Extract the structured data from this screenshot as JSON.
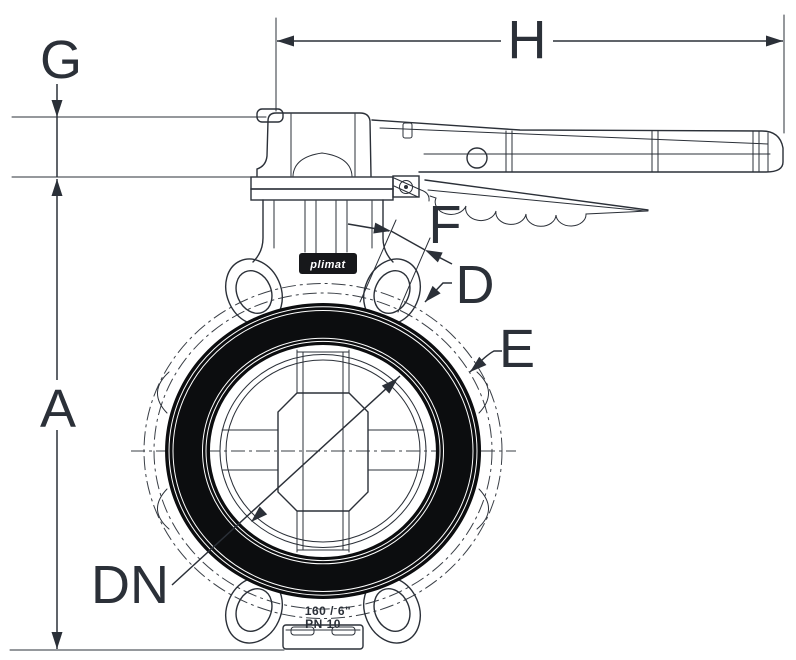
{
  "drawing": {
    "description": "Butterfly valve with lockable hand lever, front and top dimensioned view",
    "labels": {
      "A": "A",
      "D": "D",
      "DN": "DN",
      "E": "E",
      "F": "F",
      "G": "G",
      "H": "H"
    },
    "markings": {
      "size_marking": "160 / 6\"",
      "pressure_rating": "PN 10",
      "brand": "plimat"
    },
    "colors": {
      "line": "#2b3038",
      "seat_fill": "#0c0d0f",
      "background": "#ffffff"
    }
  }
}
